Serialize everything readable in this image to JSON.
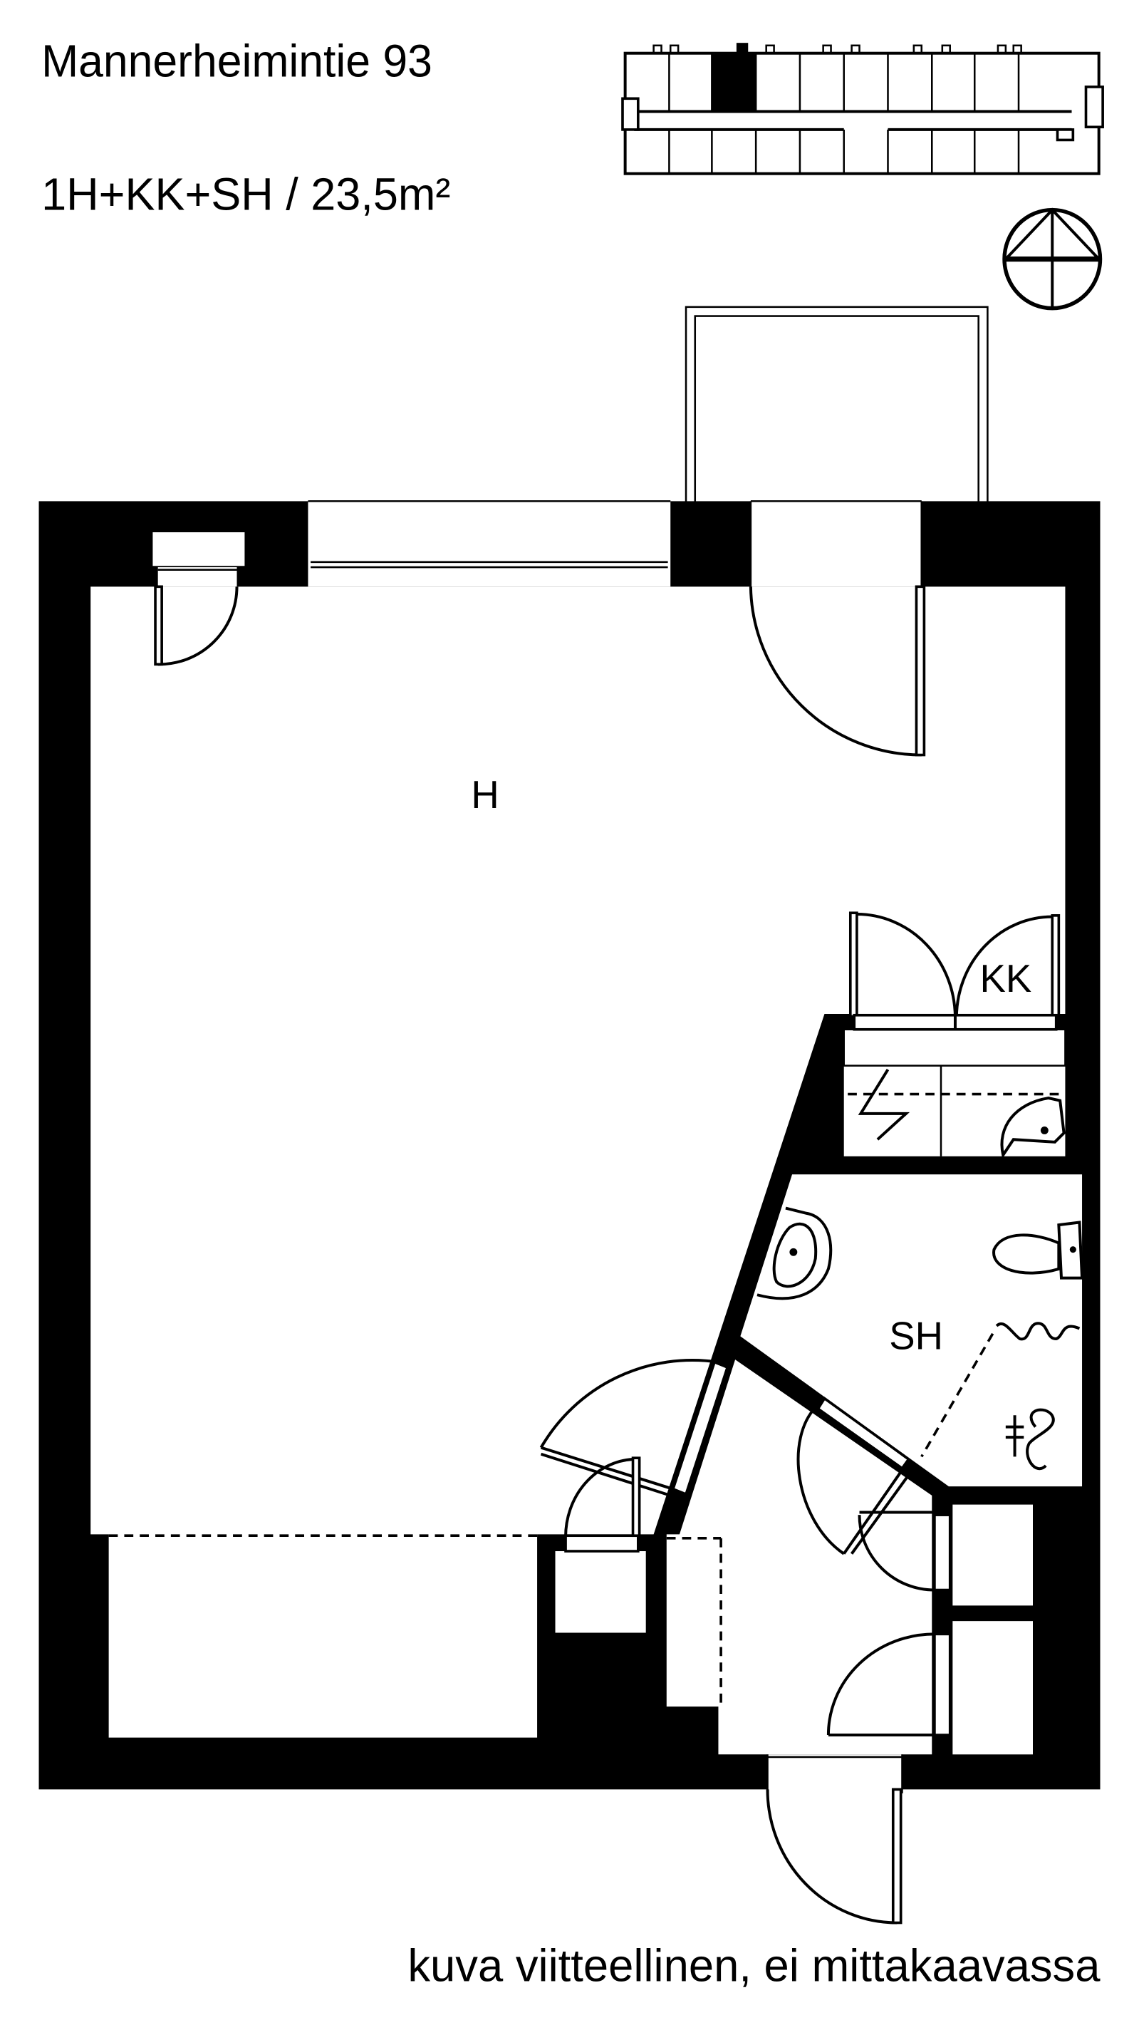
{
  "header": {
    "address": "Mannerheimintie 93",
    "apartment_type": "1H+KK+SH / 23,5m²"
  },
  "rooms": {
    "living_room": "H",
    "kitchenette": "KK",
    "bathroom": "SH"
  },
  "footer": {
    "disclaimer": "kuva viitteellinen, ei mittakaavassa"
  },
  "icons": [
    "building-keymap-icon",
    "north-compass-icon",
    "stove-icon",
    "sink-icon",
    "toilet-icon",
    "shower-icon"
  ],
  "colors": {
    "ink": "#000000",
    "paper": "#ffffff"
  }
}
